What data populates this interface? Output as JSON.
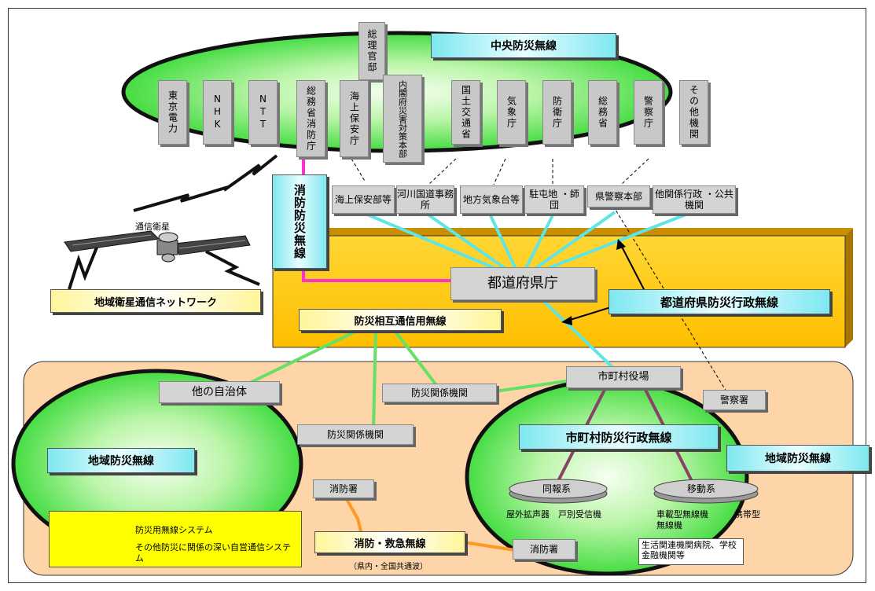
{
  "central": {
    "title": "中央防災無線",
    "top_box": "総理官邸",
    "agencies": [
      "東京電力",
      "NHK",
      "NTT",
      "総務省消防庁",
      "海上保安庁",
      "内閣府災害対策本部",
      "国土交通省",
      "気象庁",
      "防衛庁",
      "総務省",
      "警察庁",
      "その他機関"
    ]
  },
  "regional_offices": [
    "海上保安部等",
    "河川国道事務所",
    "地方気象台等",
    "駐屯地 ・師団",
    "県警察本部",
    "他関係行政 ・公共機関"
  ],
  "fire_radio": "消防防災無線",
  "satellite": {
    "label": "通信衛星",
    "network": "地域衛星通信ネットワーク"
  },
  "prefecture": {
    "office": "都道府県庁",
    "admin_radio": "都道府県防災行政無線",
    "mutual_radio": "防災相互通信用無線"
  },
  "local": {
    "other_municipality": "他の自治体",
    "related_org_1": "防災関係機関",
    "related_org_2": "防災関係機関",
    "city_hall": "市町村役場",
    "police_station": "警察署",
    "municipal_radio": "市町村防災行政無線",
    "regional_radio_left": "地域防災無線",
    "regional_radio_right": "地域防災無線",
    "broadcast": "同報系",
    "mobile": "移動系",
    "broadcast_devices": "屋外拡声器　戸別受信機",
    "mobile_devices": "車載型無線機　　　携帯型無線機",
    "facilities": "生活関連機関病院、学校　金融機関等",
    "fire_station_1": "消防署",
    "fire_station_2": "消防署",
    "emergency_radio": "消防・救急無線",
    "emergency_note": "（県内・全国共通波）"
  },
  "legend": {
    "solid": "防災用無線システム",
    "dashed": "その他防災に関係の深い自営通信システム"
  },
  "colors": {
    "ellipse_green": "#33dd33",
    "prefecture_band": "#ffcc00",
    "local_region": "#fdd5a8",
    "cyan_link": "#5fe5e5",
    "magenta_link": "#ff33cc",
    "green_link": "#66e066",
    "maroon_link": "#884466",
    "orange_link": "#ff9922"
  }
}
